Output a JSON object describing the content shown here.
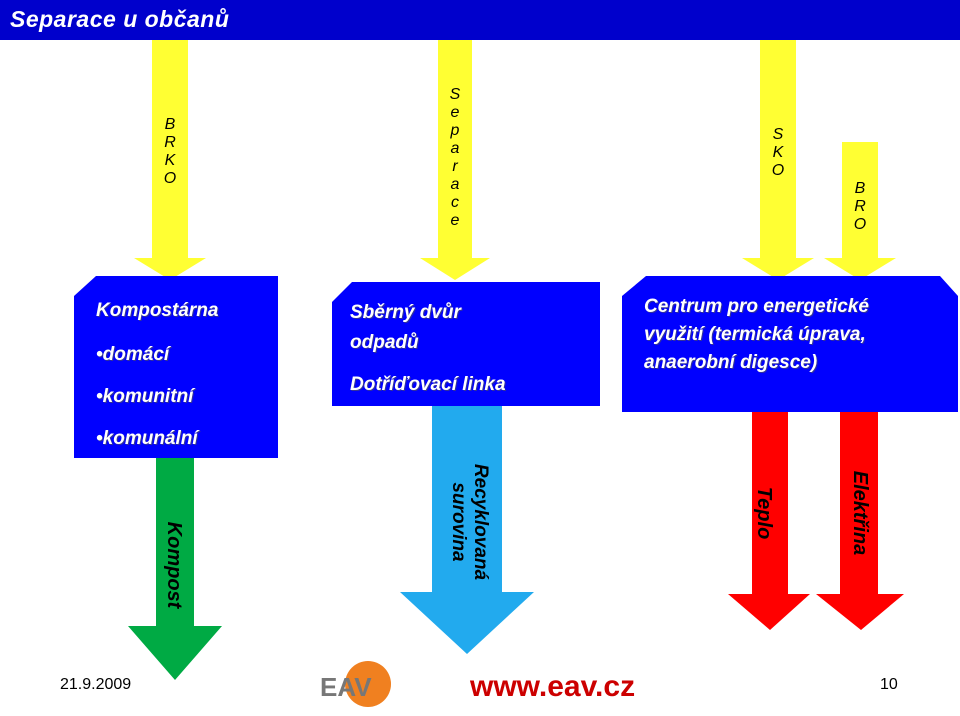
{
  "title": "Separace u občanů",
  "top_labels": {
    "bro_left": [
      "B",
      "R",
      "K",
      "O"
    ],
    "separace": [
      "S",
      "e",
      "p",
      "a",
      "r",
      "a",
      "c",
      "e"
    ],
    "sko": [
      "S",
      "K",
      "O"
    ],
    "bro_right": [
      "B",
      "R",
      "O"
    ]
  },
  "boxes": {
    "kompostarna": {
      "title": "Kompostárna",
      "items": [
        "•domácí",
        "•komunitní",
        "•komunální"
      ]
    },
    "sberny_dvur": {
      "line1": "Sběrný dvůr",
      "line2": "odpadů",
      "line3": "Dotříďovací linka"
    },
    "centrum": {
      "line1": "Centrum pro energetické",
      "line2": "využití (termická úprava,",
      "line3": "anaerobní digesce)"
    }
  },
  "outputs": {
    "kompost": "Kompost",
    "recyklovana": [
      "Recyklovaná",
      "surovina"
    ],
    "teplo": "Teplo",
    "elektrina": "Elektřina"
  },
  "colors": {
    "title_bg": "#0000cc",
    "box": "#0000ff",
    "yellow": "#ffff33",
    "green": "#00aa44",
    "light_blue": "#22aaee",
    "red": "#ff0000",
    "url": "#cc0000"
  },
  "footer": {
    "date": "21.9.2009",
    "url": "www.eav.cz",
    "page": "10",
    "logo_text": "EAV"
  }
}
